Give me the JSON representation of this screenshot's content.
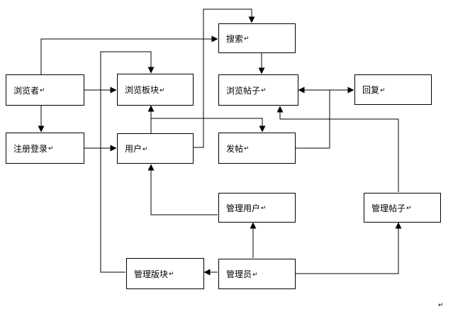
{
  "nodes": {
    "browser": "浏览者",
    "register": "注册登录",
    "browse_board": "浏览板块",
    "user": "用户",
    "search": "搜索",
    "browse_post": "浏览帖子",
    "reply": "回复",
    "post": "发帖",
    "manage_user": "管理用户",
    "manage_post": "管理帖子",
    "manage_board": "管理版块",
    "admin": "管理员"
  },
  "paragraph_mark": "↵",
  "colors": {
    "line": "#000000",
    "box_border": "#000000",
    "background": "#ffffff"
  }
}
